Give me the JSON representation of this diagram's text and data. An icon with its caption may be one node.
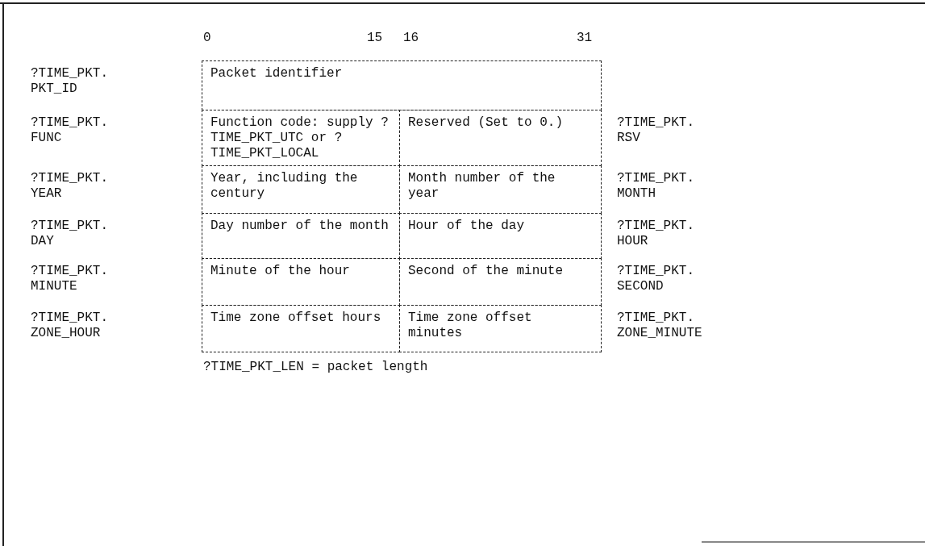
{
  "diagram": {
    "nodes": [
      {
        "text": [
          "Packet identifier"
        ]
      },
      {
        "text": [
          "Function code: supply ?TIME_PKT_UTC or ?TIME_PKT_LOCAL"
        ]
      },
      {
        "text": [
          "Reserved (Set to 0.)"
        ]
      },
      {
        "text": [
          "Year, including the century"
        ]
      },
      {
        "text": [
          "Month number of the year"
        ]
      },
      {
        "text": [
          "Day number of the month"
        ]
      },
      {
        "text": [
          "Hour of the day"
        ]
      },
      {
        "text": [
          "Minute of the hour"
        ]
      },
      {
        "text": [
          "Second of the minute"
        ]
      },
      {
        "text": [
          "Time zone offset hours"
        ]
      },
      {
        "text": [
          "Time zone offset minutes"
        ]
      }
    ],
    "labels": [
      "0",
      "15",
      "16",
      "31",
      "?TIME_PKT. PKT_ID",
      "?TIME_PKT. FUNC",
      "?TIME_PKT. RSV",
      "?TIME_PKT. YEAR",
      "?TIME_PKT. MONTH",
      "?TIME_PKT. DAY",
      "?TIME_PKT. HOUR",
      "?TIME_PKT. MINUTE",
      "?TIME_PKT. SECOND",
      "?TIME_PKT. ZONE_HOUR",
      "?TIME_PKT. ZONE_MINUTE",
      "?TIME_PKT_LEN = packet length"
    ]
  }
}
